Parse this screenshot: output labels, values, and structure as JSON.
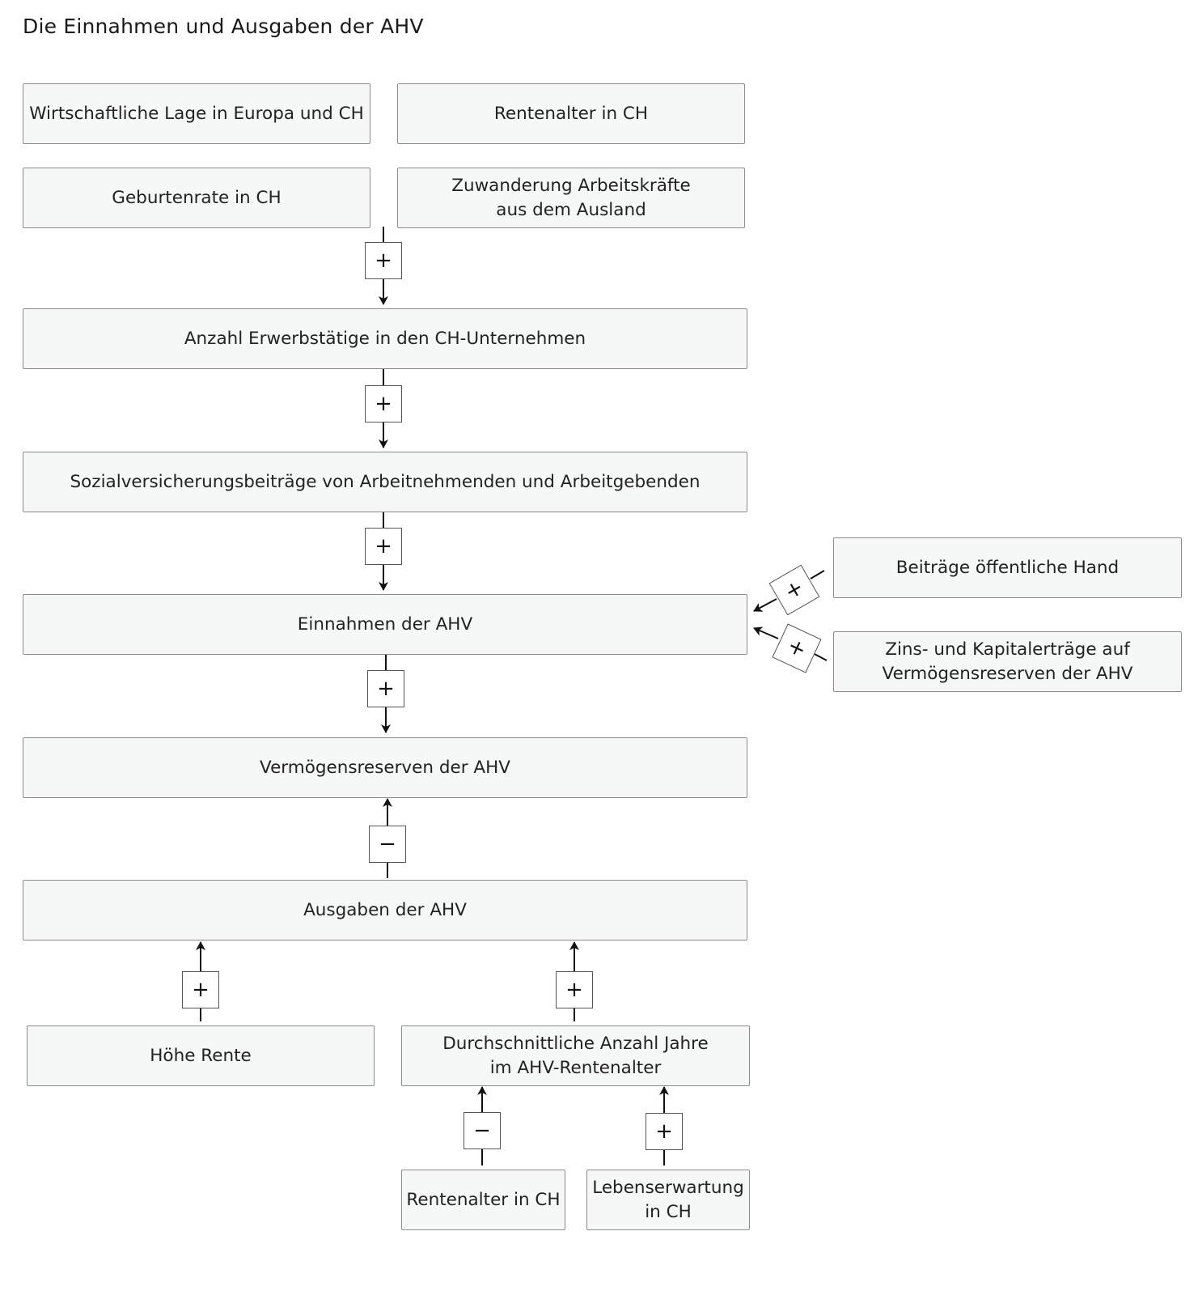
{
  "title": "Die Einnahmen und Ausgaben der AHV",
  "nodes": {
    "wirtschaft": "Wirtschaftliche Lage in Europa und CH",
    "rentenalter_top": "Rentenalter in CH",
    "geburtenrate": "Geburtenrate in CH",
    "zuwanderung": "Zuwanderung Arbeitskräfte\naus dem Ausland",
    "erwerbstaetige": "Anzahl Erwerbstätige in den CH-Unternehmen",
    "sozialbeitraege": "Sozialversicherungsbeiträge von Arbeitnehmenden und Arbeitgebenden",
    "einnahmen": "Einnahmen der AHV",
    "beitraege_hand": "Beiträge öffentliche Hand",
    "zinsen": "Zins- und Kapitalerträge auf\nVermögensreserven der AHV",
    "vermoegen": "Vermögensreserven der AHV",
    "ausgaben": "Ausgaben der AHV",
    "hoehe_rente": "Höhe Rente",
    "durchschnitt": "Durchschnittliche Anzahl Jahre\nim AHV-Rentenalter",
    "rentenalter_bottom": "Rentenalter in CH",
    "lebenserwartung": "Lebenserwartung\nin CH"
  },
  "links": [
    {
      "from": "wirtschaft / rentenalter / geburtenrate / zuwanderung",
      "to": "erwerbstaetige",
      "sign": "+"
    },
    {
      "from": "erwerbstaetige",
      "to": "sozialbeitraege",
      "sign": "+"
    },
    {
      "from": "sozialbeitraege",
      "to": "einnahmen",
      "sign": "+"
    },
    {
      "from": "beitraege_hand",
      "to": "einnahmen",
      "sign": "+"
    },
    {
      "from": "zinsen",
      "to": "einnahmen",
      "sign": "+"
    },
    {
      "from": "einnahmen",
      "to": "vermoegen",
      "sign": "+"
    },
    {
      "from": "ausgaben",
      "to": "vermoegen",
      "sign": "−"
    },
    {
      "from": "hoehe_rente",
      "to": "ausgaben",
      "sign": "+"
    },
    {
      "from": "durchschnitt",
      "to": "ausgaben",
      "sign": "+"
    },
    {
      "from": "rentenalter_bottom",
      "to": "durchschnitt",
      "sign": "−"
    },
    {
      "from": "lebenserwartung",
      "to": "durchschnitt",
      "sign": "+"
    }
  ]
}
